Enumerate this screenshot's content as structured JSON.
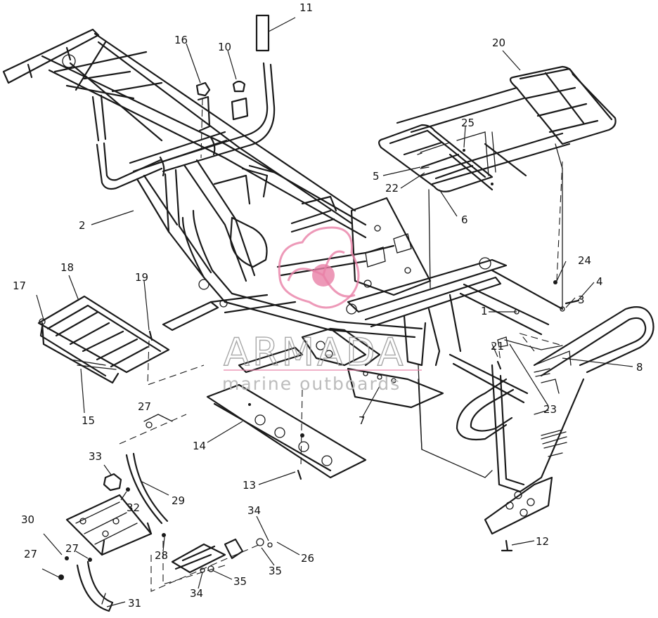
{
  "callouts": [
    {
      "id": "1",
      "label": "1"
    },
    {
      "id": "2",
      "label": "2"
    },
    {
      "id": "3",
      "label": "3"
    },
    {
      "id": "4",
      "label": "4"
    },
    {
      "id": "5",
      "label": "5"
    },
    {
      "id": "6",
      "label": "6"
    },
    {
      "id": "7",
      "label": "7"
    },
    {
      "id": "8",
      "label": "8"
    },
    {
      "id": "10",
      "label": "10"
    },
    {
      "id": "11",
      "label": "11"
    },
    {
      "id": "12",
      "label": "12"
    },
    {
      "id": "13",
      "label": "13"
    },
    {
      "id": "14",
      "label": "14"
    },
    {
      "id": "15",
      "label": "15"
    },
    {
      "id": "16",
      "label": "16"
    },
    {
      "id": "17",
      "label": "17"
    },
    {
      "id": "18",
      "label": "18"
    },
    {
      "id": "19",
      "label": "19"
    },
    {
      "id": "20",
      "label": "20"
    },
    {
      "id": "21",
      "label": "21"
    },
    {
      "id": "22",
      "label": "22"
    },
    {
      "id": "23",
      "label": "23"
    },
    {
      "id": "24",
      "label": "24"
    },
    {
      "id": "25",
      "label": "25"
    },
    {
      "id": "26",
      "label": "26"
    },
    {
      "id": "27",
      "label": "27"
    },
    {
      "id": "28",
      "label": "28"
    },
    {
      "id": "29",
      "label": "29"
    },
    {
      "id": "30",
      "label": "30"
    },
    {
      "id": "31",
      "label": "31"
    },
    {
      "id": "32",
      "label": "32"
    },
    {
      "id": "33",
      "label": "33"
    },
    {
      "id": "34",
      "label": "34"
    },
    {
      "id": "35",
      "label": "35"
    }
  ],
  "watermark": {
    "brand": "ARMADA",
    "tagline": "marine outboards",
    "logo_color": "#e87fa6",
    "text_color": "#9a9a9a"
  }
}
